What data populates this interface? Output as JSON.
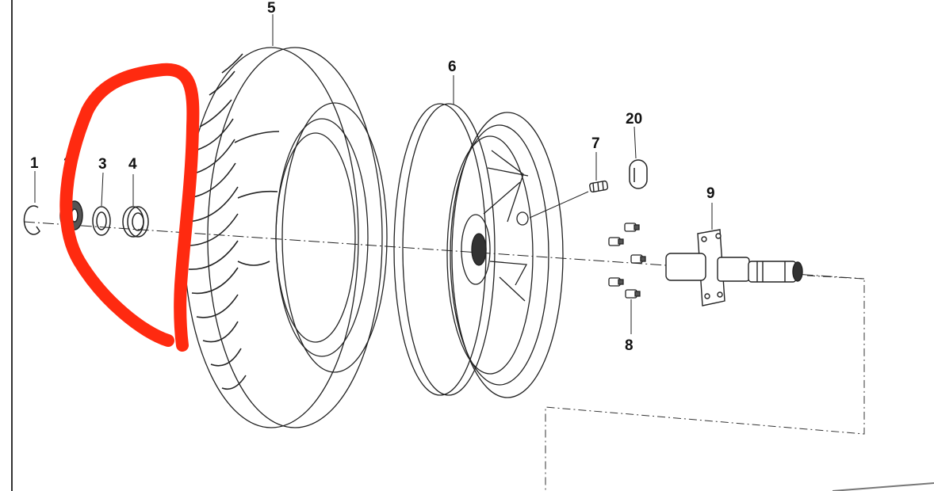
{
  "diagram": {
    "part_labels": [
      "5",
      "6",
      "20",
      "7",
      "1",
      "2",
      "3",
      "4",
      "9",
      "8"
    ]
  },
  "colors": {
    "background": "#ffffff",
    "line_art": "#1a1a1a",
    "annotation": "#ff2a10"
  },
  "icons": {
    "annotation_mark": "hand-drawn-red-highlight"
  }
}
